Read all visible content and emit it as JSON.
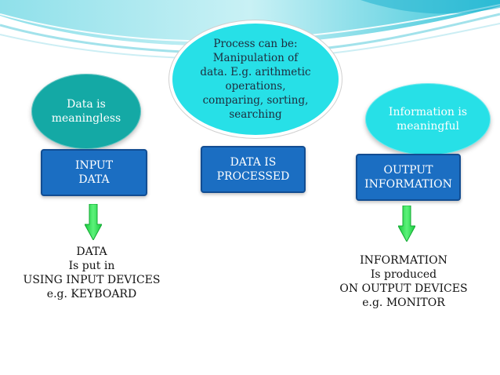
{
  "colors": {
    "header_light": "#c8eef3",
    "header_mid": "#6fd3de",
    "header_dark": "#1fa8c2",
    "bubble_teal": "#14a9a5",
    "bubble_cyan": "#27e0e7",
    "box_blue": "#1b6ec2",
    "arrow_green": "#22e04b"
  },
  "bubbles": {
    "left": {
      "text": "Data is\nmeaningless"
    },
    "middle": {
      "text": "Process can be:\nManipulation of\ndata. E.g. arithmetic\noperations,\ncomparing, sorting,\nsearching"
    },
    "right": {
      "text": "Information is\nmeaningful"
    }
  },
  "boxes": {
    "input": {
      "text": "INPUT\nDATA"
    },
    "process": {
      "text": "DATA IS\nPROCESSED"
    },
    "output": {
      "text": "OUTPUT\nINFORMATION"
    }
  },
  "captions": {
    "left": "DATA\nIs put in\nUSING INPUT DEVICES\ne.g. KEYBOARD",
    "right": "INFORMATION\nIs produced\nON OUTPUT DEVICES\ne.g. MONITOR"
  },
  "icons": {
    "arrow_left": "down-arrow-icon",
    "arrow_right": "down-arrow-icon"
  }
}
